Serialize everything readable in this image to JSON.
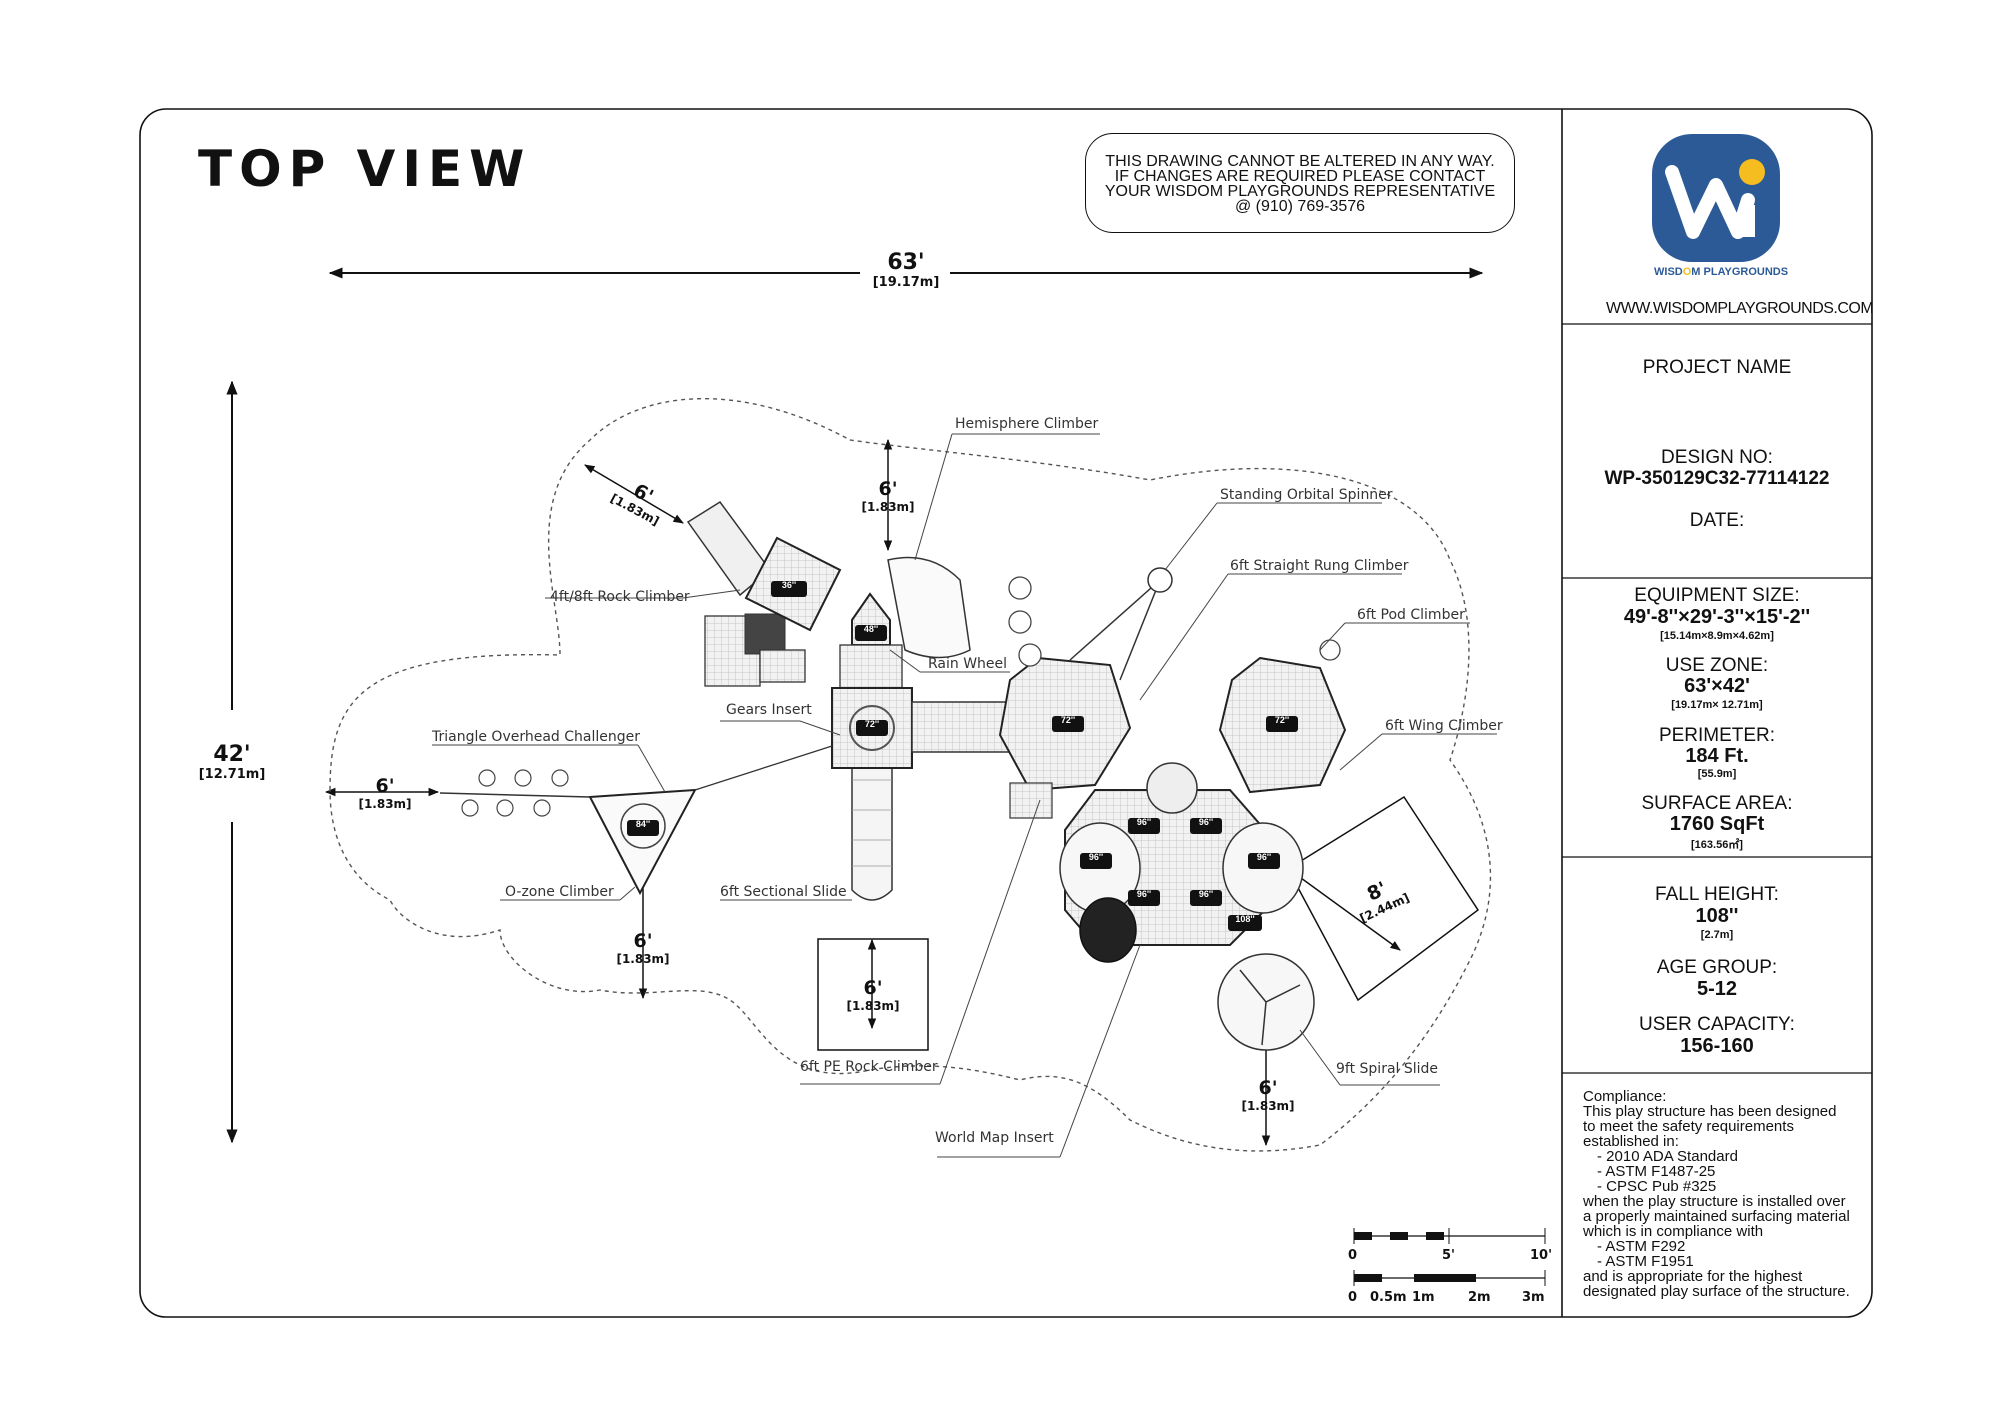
{
  "title": "TOP VIEW",
  "notice": [
    "THIS DRAWING CANNOT BE ALTERED IN ANY WAY.",
    "IF CHANGES ARE REQUIRED PLEASE CONTACT",
    "YOUR WISDOM PLAYGROUNDS REPRESENTATIVE",
    "@ (910) 769-3576"
  ],
  "brand": {
    "name_part1": "WISD",
    "name_part2": "O",
    "name_part3": "M PLAYGROUNDS",
    "website": "WWW.WISDOMPLAYGROUNDS.COM",
    "logo_colors": {
      "blue": "#2c5a97",
      "yellow": "#f5bd1f"
    }
  },
  "title_block": {
    "project_name_label": "PROJECT NAME",
    "design_no_label": "DESIGN NO:",
    "design_no": "WP-350129C32-77114122",
    "date_label": "DATE:"
  },
  "specs": {
    "equipment_size": {
      "label": "EQUIPMENT SIZE:",
      "value": "49'-8''×29'-3''×15'-2''",
      "metric": "[15.14m×8.9m×4.62m]"
    },
    "use_zone": {
      "label": "USE ZONE:",
      "value": "63'×42'",
      "metric": "[19.17m× 12.71m]"
    },
    "perimeter": {
      "label": "PERIMETER:",
      "value": "184 Ft.",
      "metric": "[55.9m]"
    },
    "surface_area": {
      "label": "SURFACE AREA:",
      "value": "1760 SqFt",
      "metric": "[163.56㎡]"
    },
    "fall_height": {
      "label": "FALL HEIGHT:",
      "value": "108''",
      "metric": "[2.7m]"
    },
    "age_group": {
      "label": "AGE GROUP:",
      "value": "5-12"
    },
    "user_capacity": {
      "label": "USER CAPACITY:",
      "value": "156-160"
    }
  },
  "compliance": [
    "Compliance:",
    "This play structure has been designed",
    "to meet the safety requirements",
    "established in:",
    "-      2010 ADA Standard",
    "-      ASTM F1487-25",
    "-      CPSC Pub #325",
    "when the play structure is installed over",
    "a properly maintained surfacing material",
    "which is in compliance with",
    "-      ASTM F292",
    "-      ASTM F1951",
    "and is appropriate for the highest",
    "designated play surface of the structure."
  ],
  "dimensions": {
    "width": {
      "ft": "63'",
      "m": "[19.17m]"
    },
    "depth": {
      "ft": "42'",
      "m": "[12.71m]"
    },
    "clearance": {
      "ft": "6'",
      "m": "[1.83m]"
    },
    "clearance_8": {
      "ft": "8'",
      "m": "[2.44m]"
    }
  },
  "equipment": [
    "Hemisphere Climber",
    "Standing Orbital Spinner",
    "6ft Straight Rung Climber",
    "6ft Pod Climber",
    "6ft Wing Climber",
    "4ft/8ft Rock Climber",
    "Rain Wheel",
    "Gears Insert",
    "Triangle Overhead Challenger",
    "O-zone Climber",
    "6ft Sectional Slide",
    "6ft PE Rock Climber",
    "World Map Insert",
    "9ft Spiral Slide"
  ],
  "decks": [
    "36''",
    "48''",
    "72''",
    "84''",
    "96''",
    "108''"
  ],
  "scale": {
    "feet": [
      "0",
      "5'",
      "10'"
    ],
    "metric": [
      "0",
      "0.5m",
      "1m",
      "2m",
      "3m"
    ]
  }
}
